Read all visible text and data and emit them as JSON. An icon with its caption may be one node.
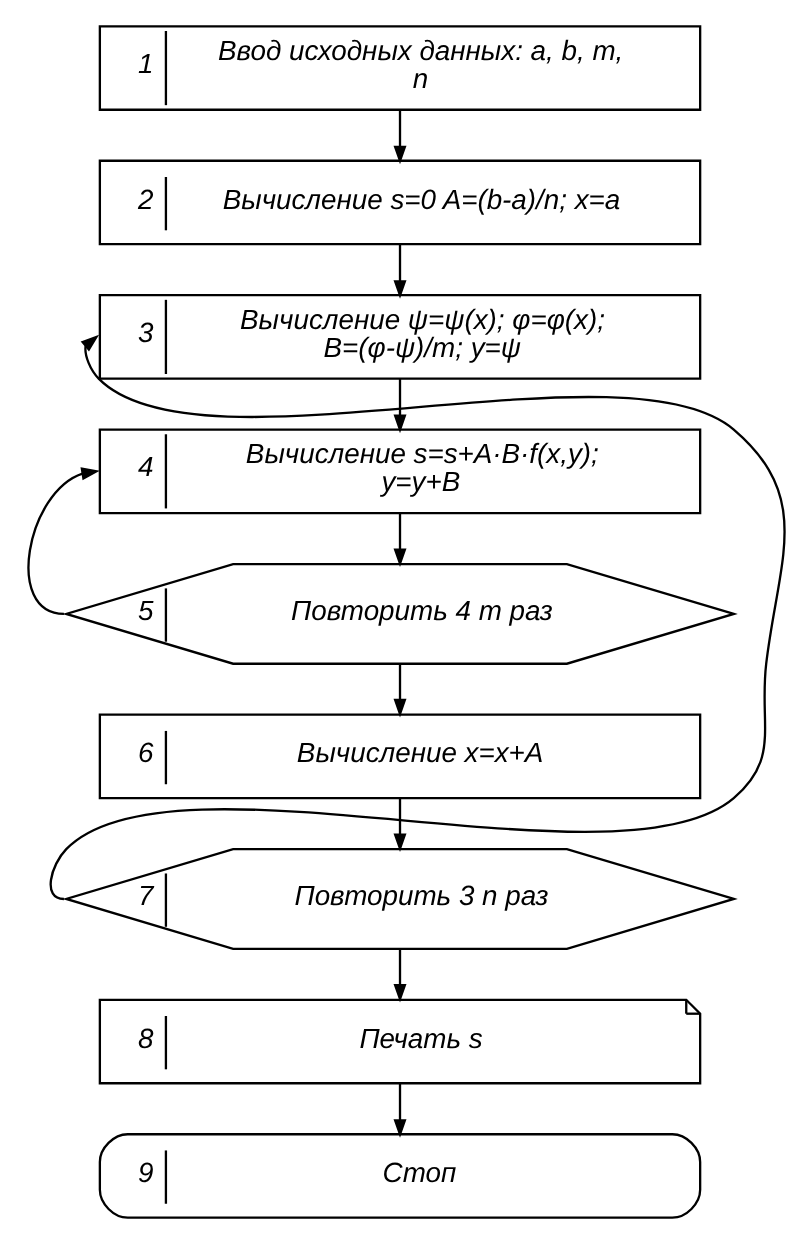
{
  "diagram": {
    "nodes": [
      {
        "text": [
          "1",
          "Ввод исходных данных: a, b, m, n"
        ]
      },
      {
        "text": [
          "2",
          "Вычисление s=0 A=(b-a)/n; x=a"
        ]
      },
      {
        "text": [
          "3",
          "Вычисление ψ=ψ(x); φ=φ(x); B=(φ-ψ)/m; y=ψ"
        ]
      },
      {
        "text": [
          "4",
          "Вычисление s=s+A·B·f(x,y); y=y+B"
        ]
      },
      {
        "text": [
          "5",
          "Повторить 4 m раз"
        ]
      },
      {
        "text": [
          "6",
          "Вычисление x=x+A"
        ]
      },
      {
        "text": [
          "7",
          "Повторить 3 n раз"
        ]
      },
      {
        "text": [
          "8",
          "Печать s"
        ]
      },
      {
        "text": [
          "9",
          "Стоп"
        ]
      }
    ],
    "edges": [
      {
        "from": 0,
        "to": 1,
        "arrow": "to"
      },
      {
        "from": 1,
        "to": 2,
        "arrow": "to"
      },
      {
        "from": 2,
        "to": 3,
        "arrow": "to"
      },
      {
        "from": 3,
        "to": 4,
        "arrow": "to"
      },
      {
        "from": 4,
        "to": 3,
        "arrow": "to"
      },
      {
        "from": 4,
        "to": 5,
        "arrow": "to"
      },
      {
        "from": 5,
        "to": 6,
        "arrow": "to"
      },
      {
        "from": 6,
        "to": 2,
        "arrow": "to"
      },
      {
        "from": 6,
        "to": 7,
        "arrow": "to"
      },
      {
        "from": 7,
        "to": 8,
        "arrow": "to"
      }
    ]
  }
}
